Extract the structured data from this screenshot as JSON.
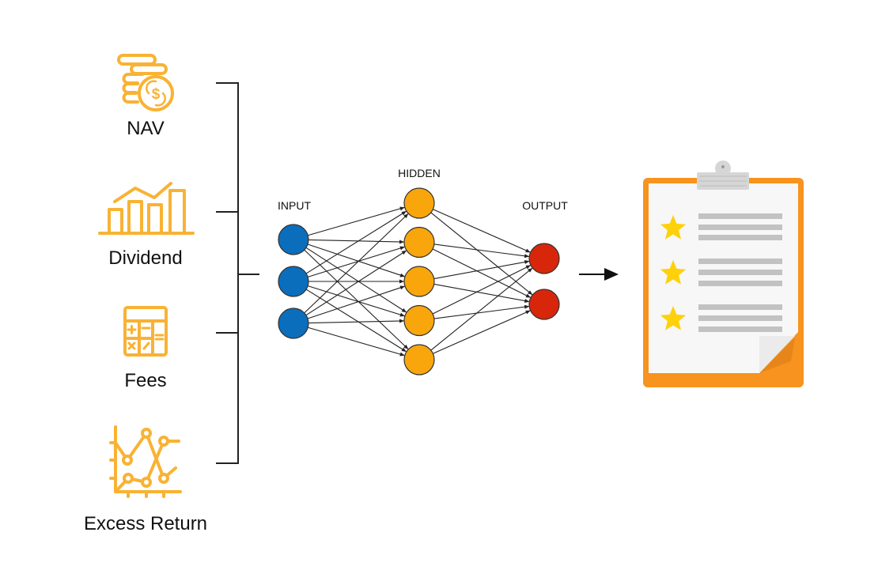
{
  "features": [
    {
      "label": "NAV",
      "icon": "coins-dollar-icon"
    },
    {
      "label": "Dividend",
      "icon": "bar-chart-trend-icon"
    },
    {
      "label": "Fees",
      "icon": "calculator-icon"
    },
    {
      "label": "Excess Return",
      "icon": "line-chart-icon"
    }
  ],
  "network": {
    "layers": [
      {
        "label": "INPUT",
        "nodes": 3,
        "color": "#0a6ebd"
      },
      {
        "label": "HIDDEN",
        "nodes": 5,
        "color": "#f9a60c"
      },
      {
        "label": "OUTPUT",
        "nodes": 2,
        "color": "#d8260a"
      }
    ],
    "fully_connected": true
  },
  "result": {
    "icon": "clipboard-rating-icon",
    "rating_stars": 3,
    "star_color": "#fed10a",
    "board_color": "#f7931e"
  },
  "colors": {
    "icon_orange": "#f9b233",
    "line": "#222222"
  }
}
